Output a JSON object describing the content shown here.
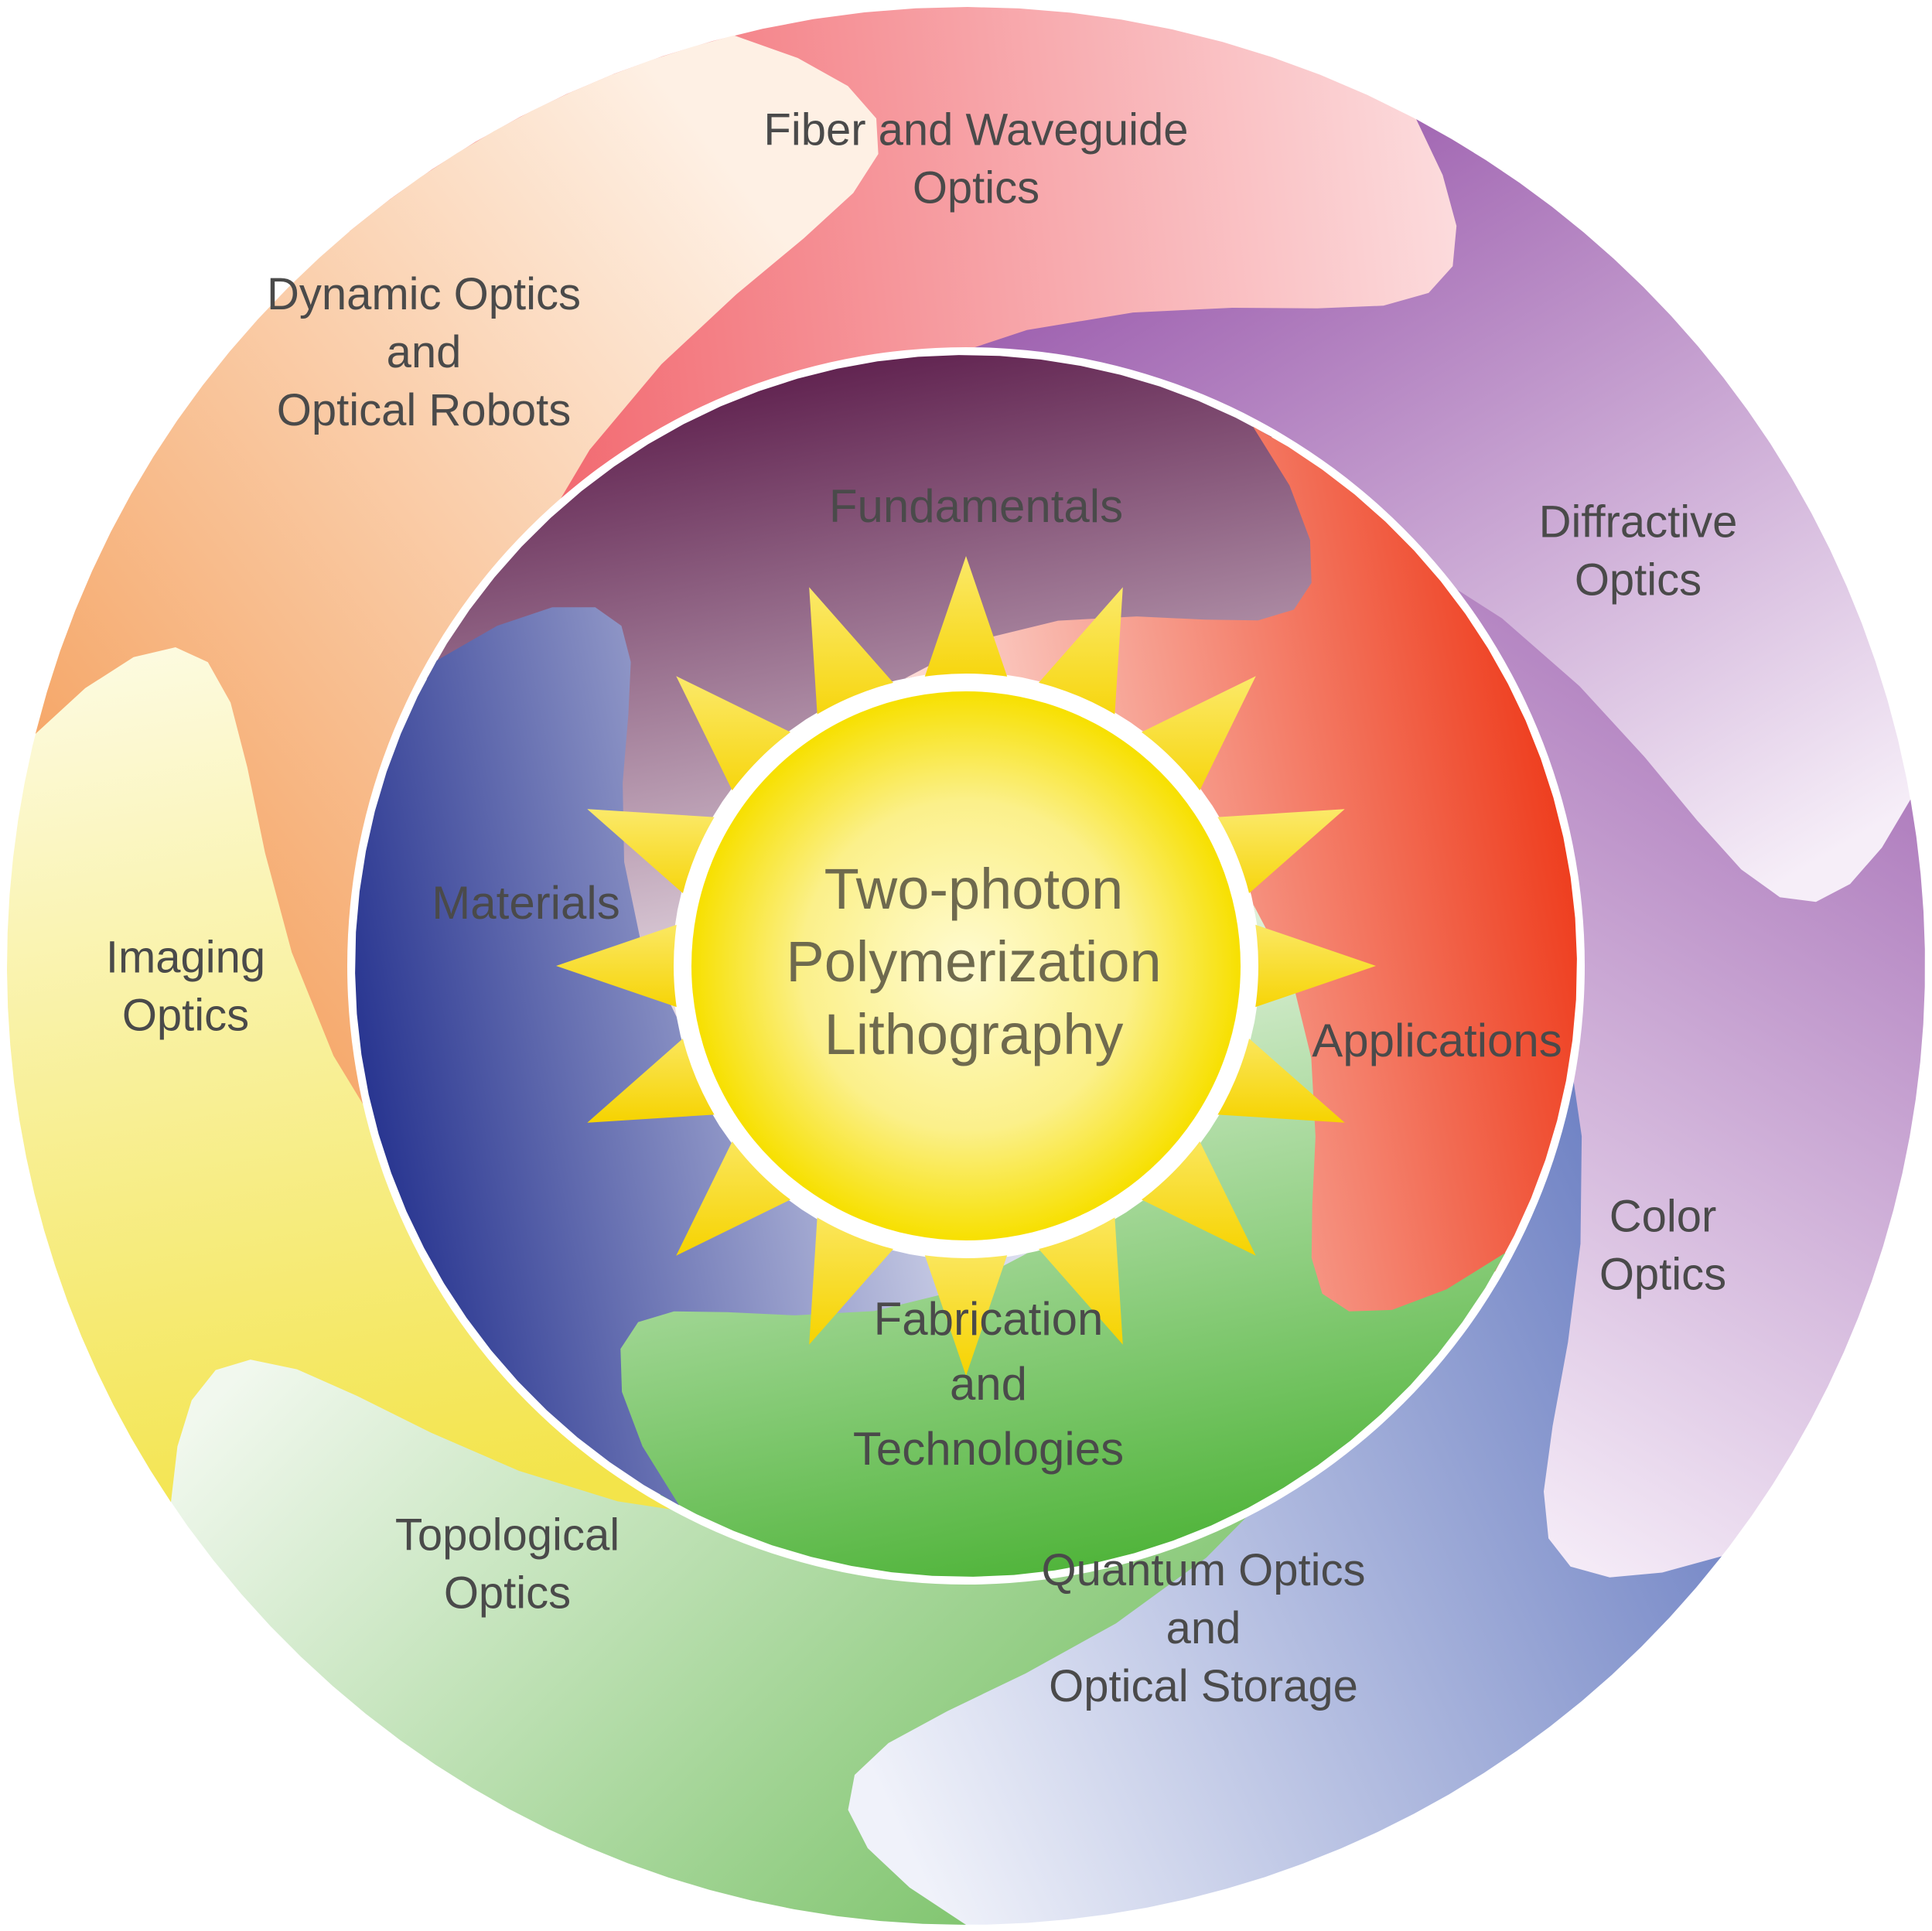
{
  "center": {
    "lines": [
      "Two-photon",
      "Polymerization",
      "Lithography"
    ],
    "colors": {
      "core": "#f7e000",
      "core_light": "#fffbd0",
      "rays": "#f6d300",
      "ray_tip": "#fbe96a"
    }
  },
  "inner_segments": [
    {
      "id": "fundamentals",
      "lines": [
        "Fundamentals"
      ],
      "color_dark": "#5e1f4d",
      "color_light": "#f4eef3"
    },
    {
      "id": "applications",
      "lines": [
        "Applications"
      ],
      "color_dark": "#ee3a1a",
      "color_light": "#fde9e6"
    },
    {
      "id": "fabrication",
      "lines": [
        "Fabrication",
        "and",
        "Technologies"
      ],
      "color_dark": "#4db337",
      "color_light": "#edf6e9"
    },
    {
      "id": "materials",
      "lines": [
        "Materials"
      ],
      "color_dark": "#24318e",
      "color_light": "#eceef8"
    }
  ],
  "outer_segments": [
    {
      "id": "fiber-waveguide",
      "lines": [
        "Fiber and Waveguide",
        "Optics"
      ],
      "color_dark": "#f0525a",
      "color_light": "#fde7e8"
    },
    {
      "id": "diffractive",
      "lines": [
        "Diffractive",
        "Optics"
      ],
      "color_dark": "#9b5cad",
      "color_light": "#f6eef8"
    },
    {
      "id": "color",
      "lines": [
        "Color",
        "Optics"
      ],
      "color_dark": "#a872b8",
      "color_light": "#f7eff9"
    },
    {
      "id": "quantum-storage",
      "lines": [
        "Quantum Optics",
        "and",
        "Optical Storage"
      ],
      "color_dark": "#6f82c4",
      "color_light": "#f0f2fa"
    },
    {
      "id": "topological",
      "lines": [
        "Topological",
        "Optics"
      ],
      "color_dark": "#7cc36a",
      "color_light": "#f1f8ee"
    },
    {
      "id": "imaging",
      "lines": [
        "Imaging",
        "Optics"
      ],
      "color_dark": "#f3e44a",
      "color_light": "#fdfbe3"
    },
    {
      "id": "dynamic-robots",
      "lines": [
        "Dynamic Optics",
        "and",
        "Optical Robots"
      ],
      "color_dark": "#f5a362",
      "color_light": "#fef0e4"
    }
  ]
}
